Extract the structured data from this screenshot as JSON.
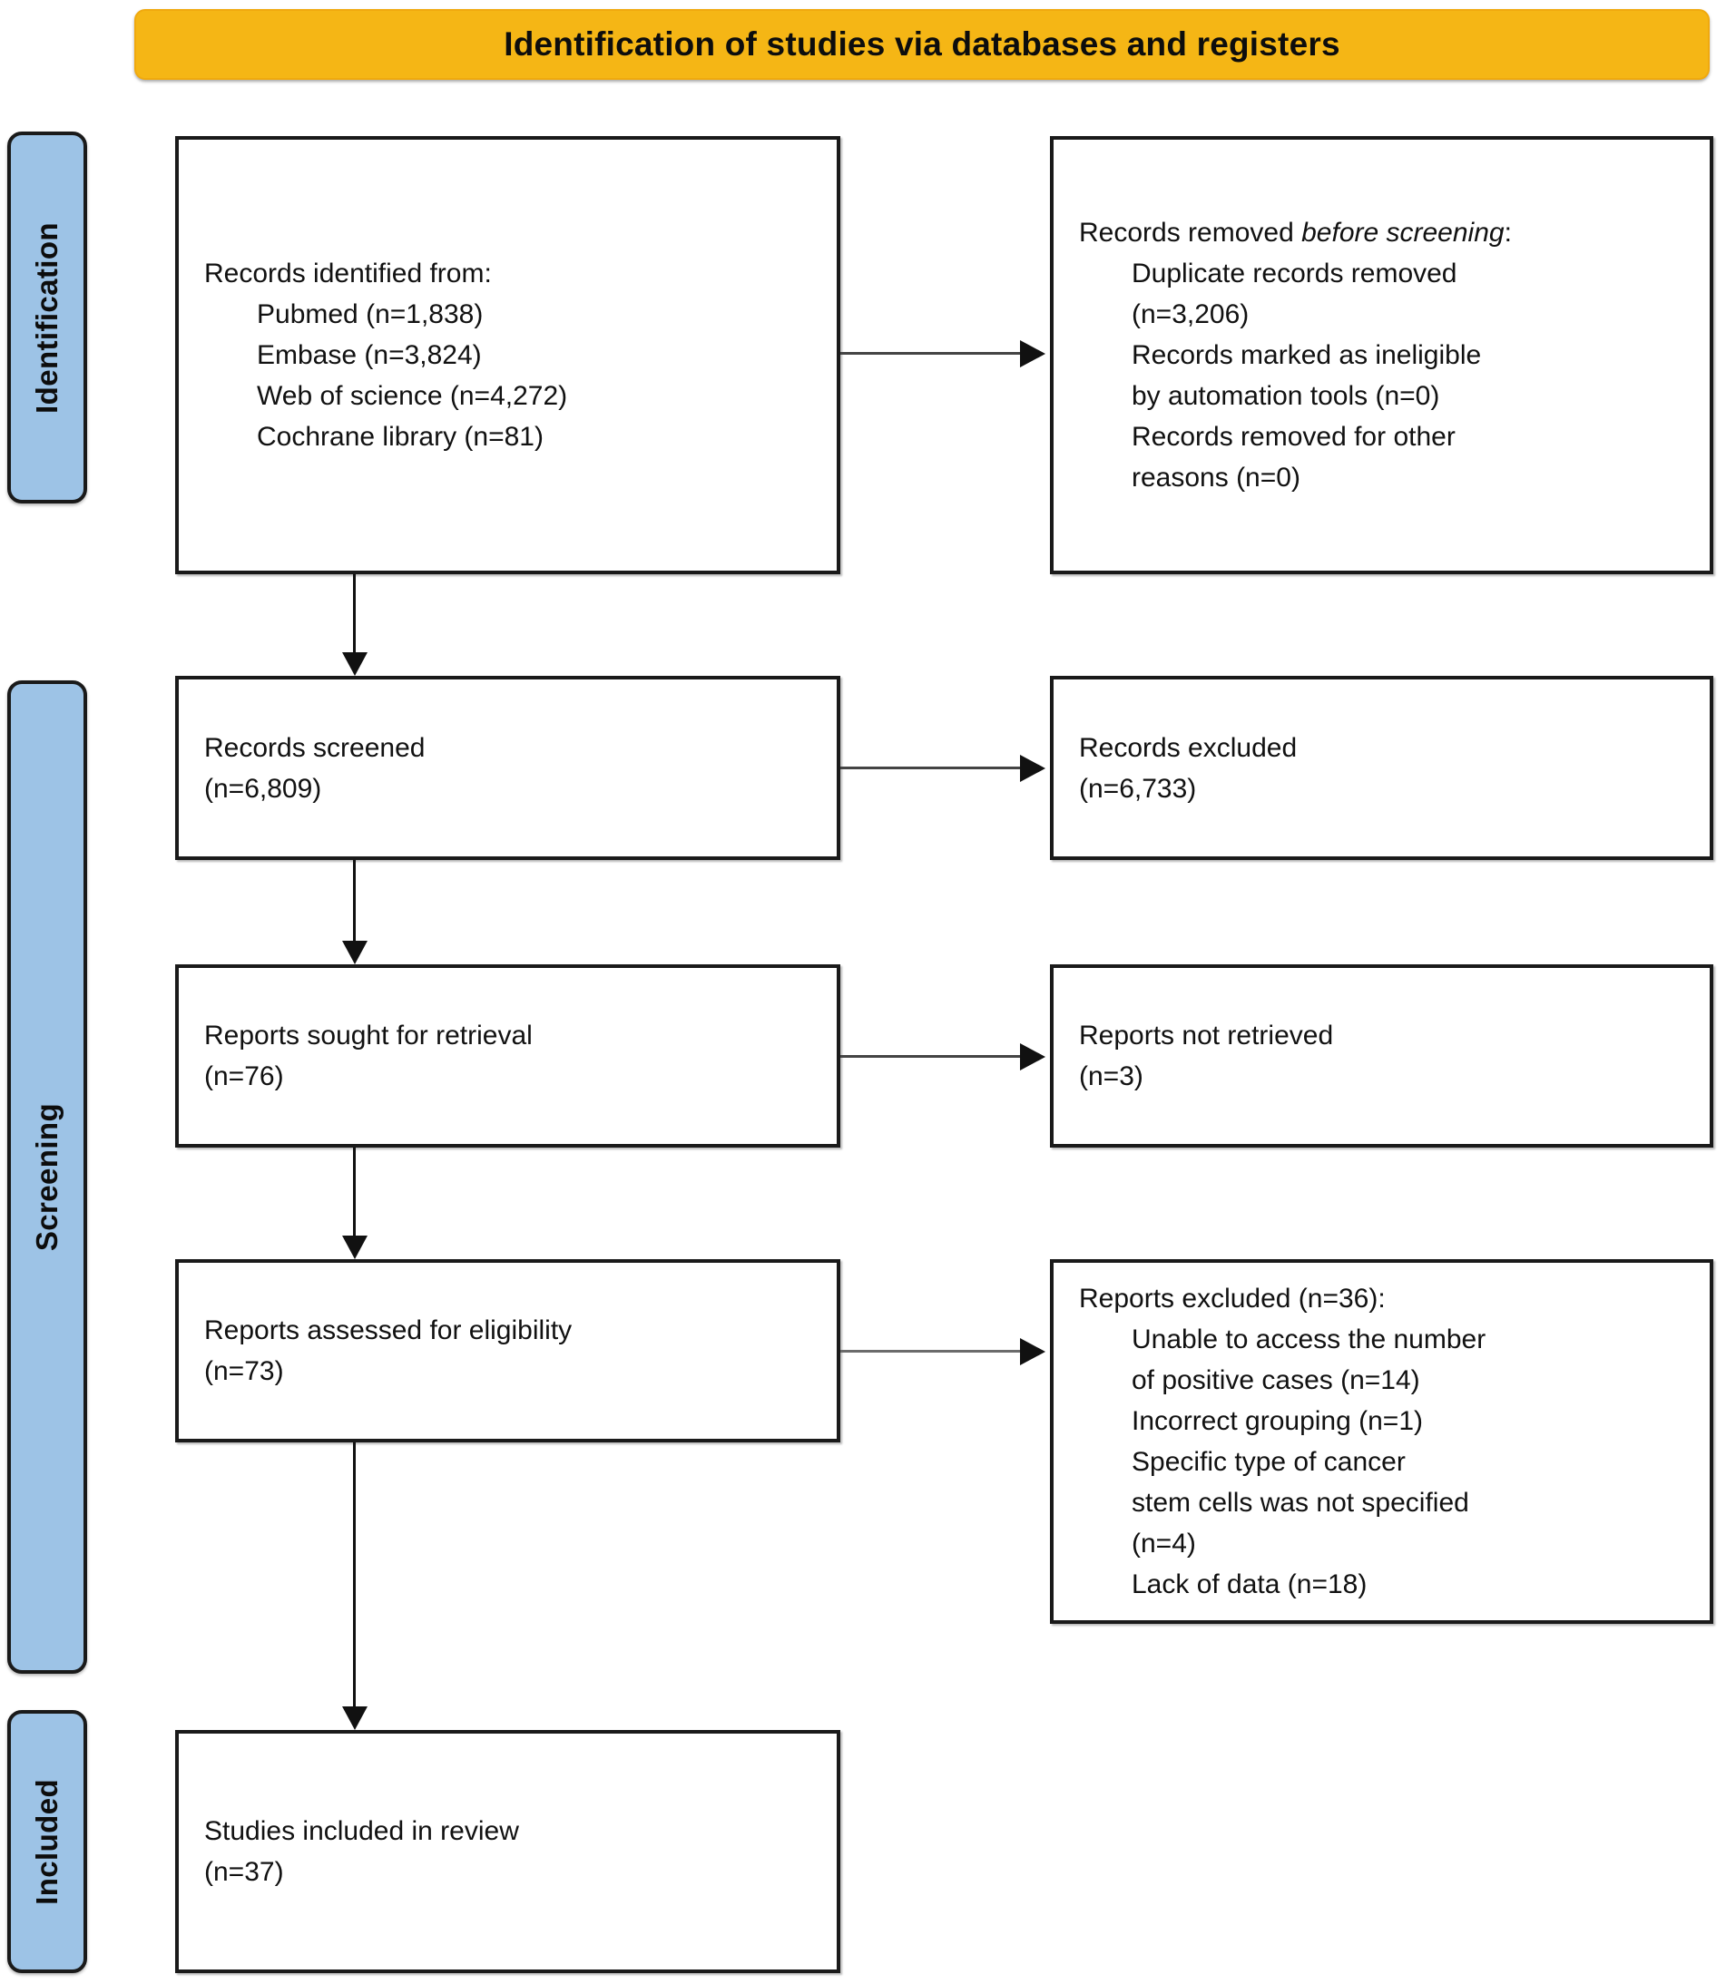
{
  "banner": {
    "title": "Identification of studies via databases and registers",
    "color": "#F5B615"
  },
  "stages": [
    {
      "id": "identification",
      "label": "Identification",
      "color": "#9DC3E6"
    },
    {
      "id": "screening",
      "label": "Screening",
      "color": "#9DC3E6"
    },
    {
      "id": "included",
      "label": "Included",
      "color": "#9DC3E6"
    }
  ],
  "nodes": {
    "identified": {
      "name": "Records identified from",
      "heading": "Records identified from:",
      "sources": [
        {
          "label": "Pubmed",
          "text": "Pubmed (n=1,838)",
          "n": 1838
        },
        {
          "label": "Embase",
          "text": "Embase (n=3,824)",
          "n": 3824
        },
        {
          "label": "Web of science",
          "text": "Web of science (n=4,272)",
          "n": 4272
        },
        {
          "label": "Cochrane library",
          "text": "Cochrane library (n=81)",
          "n": 81
        }
      ]
    },
    "removed_before_screening": {
      "heading_plain": "Records removed ",
      "heading_italic": "before screening",
      "heading_suffix": ":",
      "reasons": [
        {
          "text": "Duplicate records removed",
          "text2": "(n=3,206)",
          "n": 3206
        },
        {
          "text": "Records marked as ineligible",
          "text2": "by automation tools (n=0)",
          "n": 0
        },
        {
          "text": "Records removed for other",
          "text2": "reasons (n=0)",
          "n": 0
        }
      ]
    },
    "screened": {
      "title": "Records screened",
      "count": "(n=6,809)",
      "n": 6809
    },
    "records_excluded": {
      "title": "Records excluded",
      "count": "(n=6,733)",
      "n": 6733
    },
    "sought": {
      "title": "Reports sought for retrieval",
      "count": "(n=76)",
      "n": 76
    },
    "not_retrieved": {
      "title": "Reports not retrieved",
      "count": "(n=3)",
      "n": 3
    },
    "assessed": {
      "title": "Reports assessed for eligibility",
      "count": "(n=73)",
      "n": 73
    },
    "reports_excluded": {
      "heading": "Reports excluded (n=36):",
      "total": 36,
      "reasons": [
        {
          "lines": [
            "Unable to access the number",
            "of positive cases (n=14)"
          ],
          "n": 14
        },
        {
          "lines": [
            "Incorrect grouping (n=1)"
          ],
          "n": 1
        },
        {
          "lines": [
            "Specific type of cancer",
            "stem cells was not specified",
            "(n=4)"
          ],
          "n": 4
        },
        {
          "lines": [
            "Lack of data (n=18)"
          ],
          "n": 18
        }
      ]
    },
    "included": {
      "title": "Studies included in review",
      "count": "(n=37)",
      "n": 37
    }
  }
}
